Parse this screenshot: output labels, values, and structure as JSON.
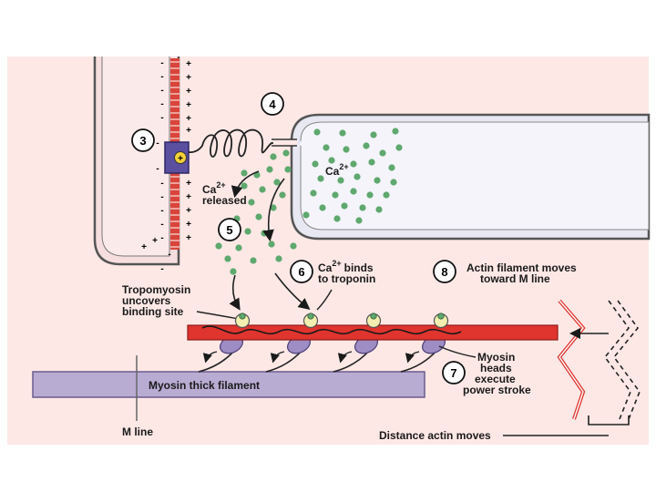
{
  "labels": {
    "ca": "Ca",
    "ca_sup": "2+",
    "ca_released": "released",
    "ca_binds_line1": "binds",
    "ca_binds_line2": "to troponin",
    "actin_moves_line1": "Actin filament moves",
    "actin_moves_line2": "toward M line",
    "tropomyosin_line1": "Tropomyosin",
    "tropomyosin_line2": "uncovers",
    "tropomyosin_line3": "binding site",
    "myosin_line1": "Myosin",
    "myosin_line2": "heads",
    "myosin_line3": "execute",
    "myosin_line4": "power stroke",
    "myosin_filament": "Myosin thick filament",
    "m_line": "M line",
    "distance": "Distance actin moves"
  },
  "steps": {
    "s3": "3",
    "s4": "4",
    "s5": "5",
    "s6": "6",
    "s7": "7",
    "s8": "8"
  },
  "symbols": {
    "plus": "+",
    "minus": "-"
  },
  "colors": {
    "background_panel": "#fde8e6",
    "cell_fill": "#f6dcdc",
    "sr_fill": "#eeeef6",
    "membrane": "#d8443a",
    "actin": "#e0342e",
    "myosin": "#b9acd3",
    "ca_ion": "#5fa86e",
    "channel": "#5b4fa0",
    "troponin": "#f3efb0",
    "head": "#9e8cc4"
  }
}
